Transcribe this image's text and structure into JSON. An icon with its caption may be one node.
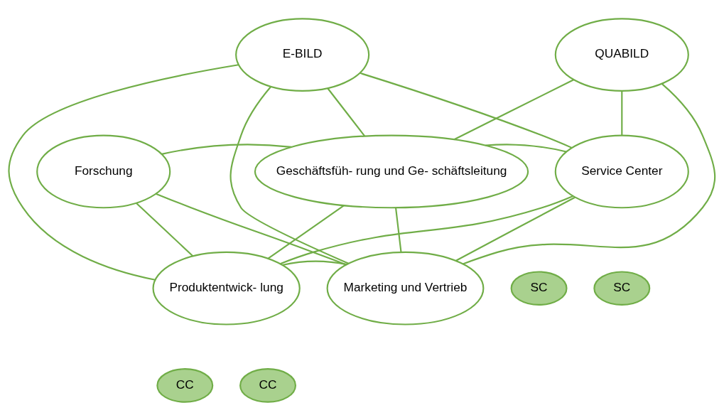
{
  "diagram": {
    "nodes": [
      {
        "text": [
          "QUABILD"
        ]
      },
      {
        "text": [
          "E-BILD"
        ]
      },
      {
        "text": [
          "Geschäftsfüh- rung und Ge- schäftsleitung"
        ]
      },
      {
        "text": [
          "Service Center"
        ]
      },
      {
        "text": [
          "Forschung"
        ]
      },
      {
        "text": [
          "Marketing und Vertrieb"
        ]
      },
      {
        "text": [
          "Produktentwick- lung"
        ]
      },
      {
        "text": [
          "SC"
        ]
      },
      {
        "text": [
          "SC"
        ]
      },
      {
        "text": [
          "CC"
        ]
      },
      {
        "text": [
          "CC"
        ]
      }
    ],
    "edges": [
      {
        "from": 0,
        "to": 2,
        "arrow": "none"
      },
      {
        "from": 0,
        "to": 3,
        "arrow": "none"
      },
      {
        "from": 0,
        "to": 5,
        "arrow": "none"
      },
      {
        "from": 1,
        "to": 3,
        "arrow": "none"
      },
      {
        "from": 1,
        "to": 2,
        "arrow": "none"
      },
      {
        "from": 1,
        "to": 6,
        "arrow": "none"
      },
      {
        "from": 1,
        "to": 5,
        "arrow": "none"
      },
      {
        "from": 2,
        "to": 3,
        "arrow": "none"
      },
      {
        "from": 4,
        "to": 2,
        "arrow": "none"
      },
      {
        "from": 4,
        "to": 6,
        "arrow": "none"
      },
      {
        "from": 4,
        "to": 5,
        "arrow": "none"
      },
      {
        "from": 2,
        "to": 6,
        "arrow": "none"
      },
      {
        "from": 2,
        "to": 5,
        "arrow": "none"
      },
      {
        "from": 3,
        "to": 5,
        "arrow": "none"
      },
      {
        "from": 3,
        "to": 6,
        "arrow": "none"
      },
      {
        "from": 6,
        "to": 5,
        "arrow": "none"
      }
    ]
  }
}
